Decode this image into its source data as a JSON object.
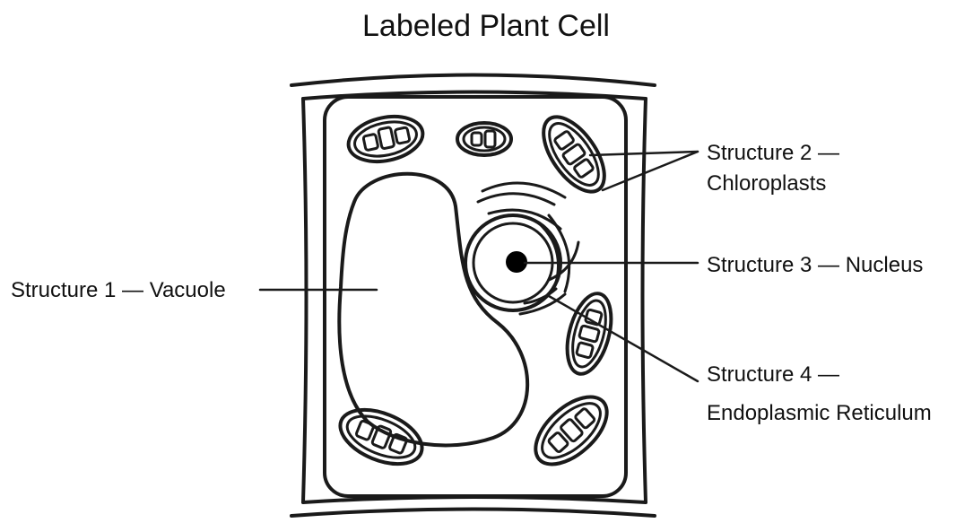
{
  "title": "Labeled Plant Cell",
  "labels": {
    "structure1": "Structure 1 — Vacuole",
    "structure2_line1": "Structure 2 —",
    "structure2_line2": "Chloroplasts",
    "structure3": "Structure 3 — Nucleus",
    "structure4_line1": "Structure 4 —",
    "structure4_line2": "Endoplasmic Reticulum"
  },
  "colors": {
    "vacuole_fill": "#e6e6e6",
    "outline": "#1a1a1a",
    "nucleolus": "#000000"
  }
}
